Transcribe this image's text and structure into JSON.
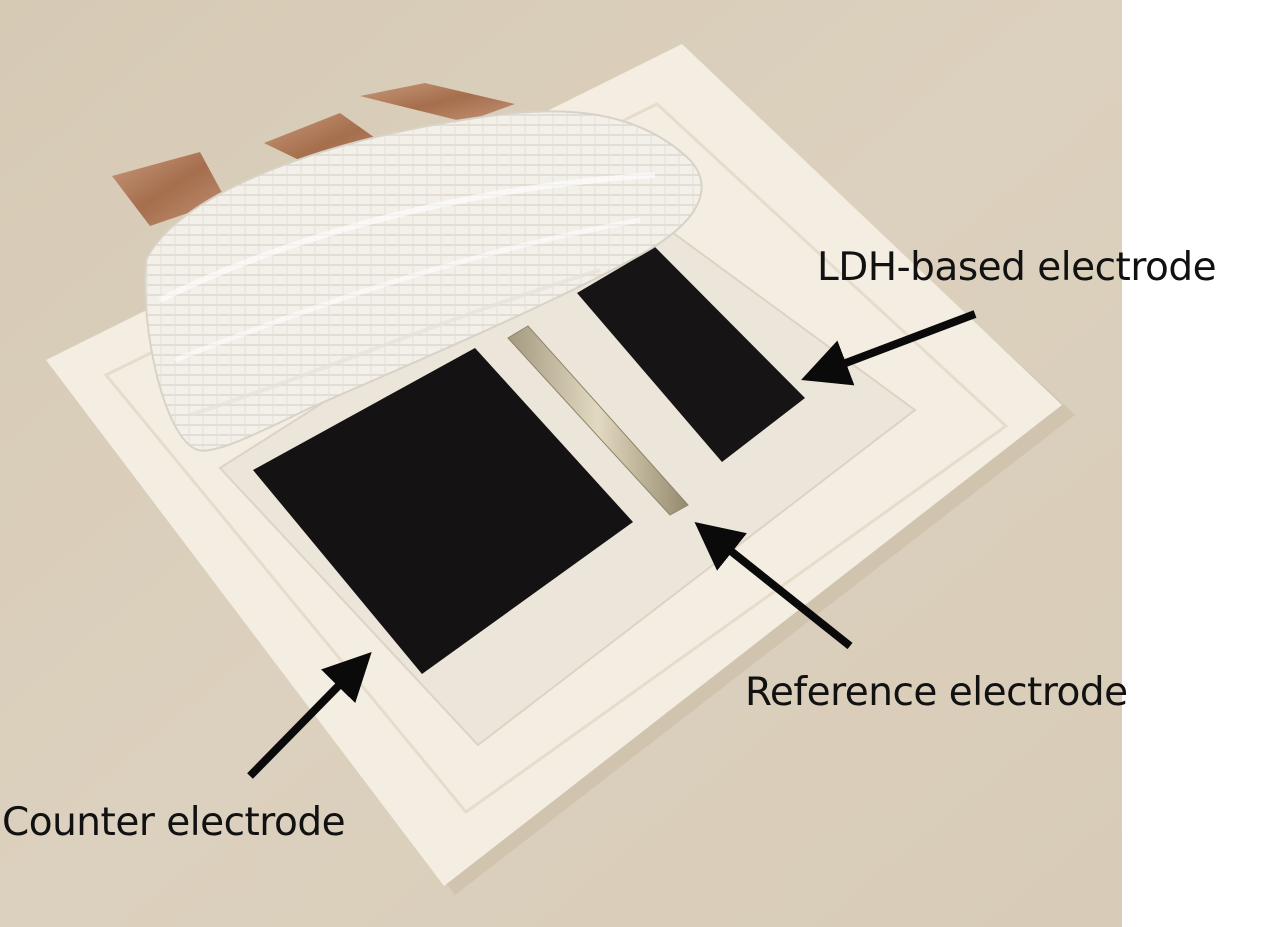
{
  "labels": {
    "ldh": "LDH-based electrode",
    "reference": "Reference electrode",
    "counter": "Counter electrode"
  },
  "colors": {
    "background": "#d9cdb9",
    "substrate": "#f3ebdf",
    "electrode": "#151313",
    "copper": "#b8805e",
    "gauze": "#f2efea",
    "arrow": "#0a0a0a",
    "text": "#111111"
  }
}
